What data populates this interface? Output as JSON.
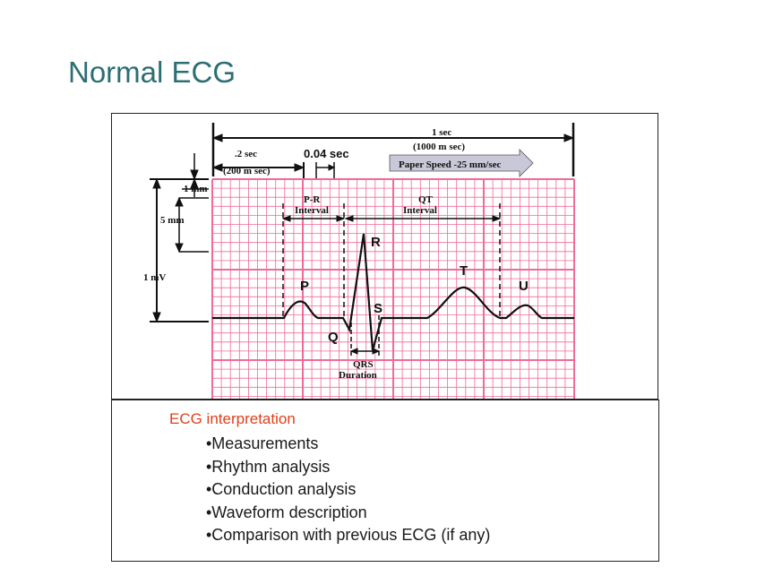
{
  "slide": {
    "title": "Normal ECG"
  },
  "diagram": {
    "callout": "0.04 sec",
    "one_sec": "1 sec",
    "one_sec_ms": "(1000 m sec)",
    "two_sec": ".2 sec",
    "two_sec_ms": "(200 m sec)",
    "paper_speed": "Paper Speed -25 mm/sec",
    "one_mm": "1 mm",
    "five_mm": "5 mm",
    "one_mv": "1 mV",
    "pr_line1": "P-R",
    "pr_line2": "Interval",
    "qt_line1": "QT",
    "qt_line2": "Interval",
    "qrs_line1": "QRS",
    "qrs_line2": "Duration",
    "wave_p": "P",
    "wave_q": "Q",
    "wave_r": "R",
    "wave_s": "S",
    "wave_t": "T",
    "wave_u": "U",
    "colors": {
      "grid": "#f06a9a",
      "trace": "#111111",
      "arrow_fill": "#c8c8d8"
    }
  },
  "notes": {
    "heading": "ECG interpretation",
    "items": [
      "•Measurements",
      "•Rhythm analysis",
      "•Conduction analysis",
      "•Waveform description",
      "•Comparison with previous ECG (if any)"
    ]
  }
}
